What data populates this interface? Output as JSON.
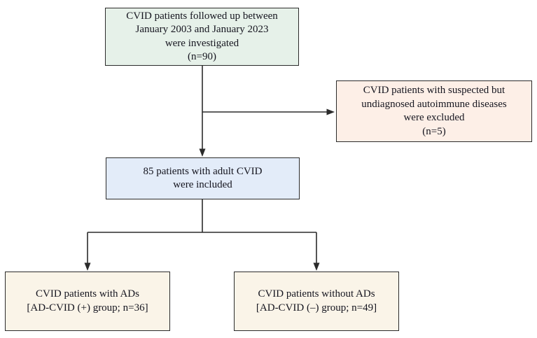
{
  "figure": {
    "type": "flowchart",
    "description": "Study flow diagram of CVID patients"
  },
  "colors": {
    "background": "#ffffff",
    "line": "#2b2b2b",
    "border": "#2b2b2b",
    "text": "#15151f",
    "box_investigated_bg": "#e6f1e9",
    "box_excluded_bg": "#fdefe7",
    "box_included_bg": "#e3ecf9",
    "box_group_bg": "#faf4e8"
  },
  "boxes": {
    "investigated": {
      "n": 90,
      "lines": [
        "CVID patients followed up between",
        "January 2003 and January 2023",
        "were investigated",
        "(n=90)"
      ]
    },
    "excluded": {
      "n": 5,
      "lines": [
        "CVID patients with suspected but",
        "undiagnosed autoimmune diseases",
        "were excluded",
        "(n=5)"
      ]
    },
    "included": {
      "n": 85,
      "lines": [
        "85 patients with adult CVID",
        "were included"
      ]
    },
    "with_ads": {
      "n": 36,
      "lines": [
        "CVID patients with ADs",
        "[AD-CVID (+) group; n=36]"
      ]
    },
    "without_ads": {
      "n": 49,
      "lines": [
        "CVID patients without ADs",
        "[AD-CVID (–) group; n=49]"
      ]
    }
  }
}
